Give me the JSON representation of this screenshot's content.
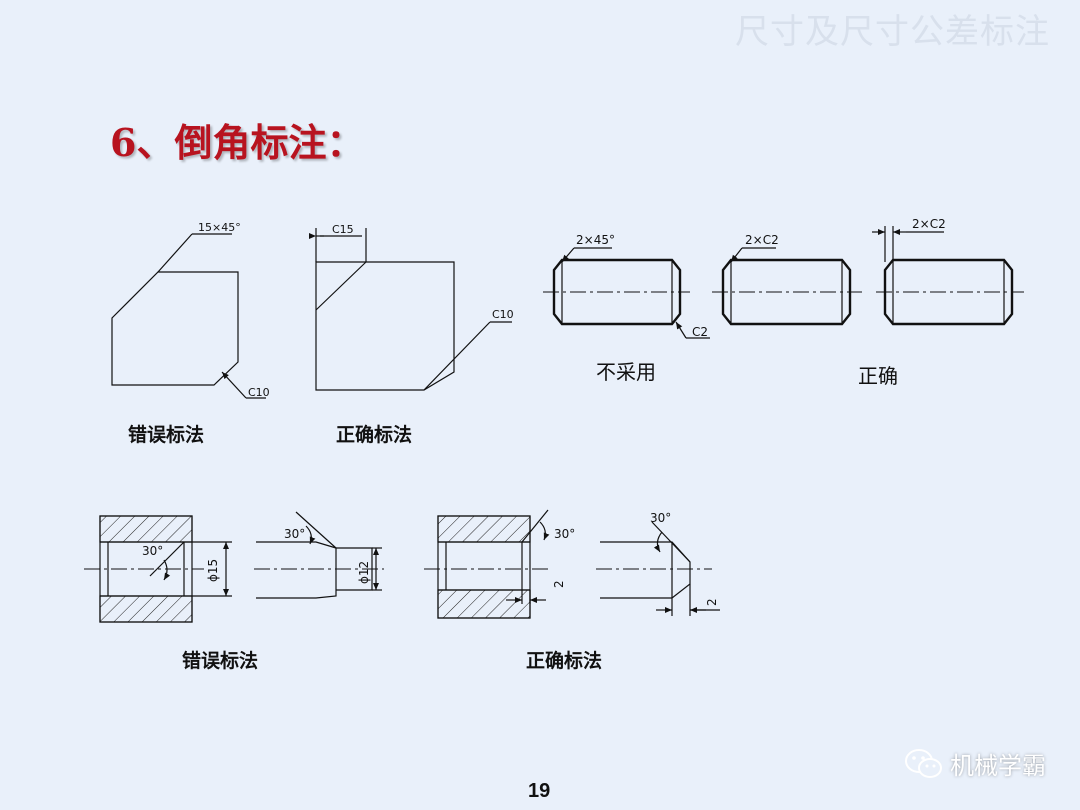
{
  "header": {
    "title": "尺寸及尺寸公差标注"
  },
  "slide": {
    "title": "6、倒角标注：",
    "page_number": "19"
  },
  "top_section": {
    "left_caption": "错误标法",
    "middle_caption": "正确标法",
    "wrong_dims": {
      "chamfer_angle": "15×45°",
      "c10": "C10"
    },
    "correct_dims": {
      "c15": "C15",
      "c10": "C10"
    },
    "shafts": {
      "first": "2×45°",
      "c2": "C2",
      "second": "2×C2",
      "third": "2×C2"
    },
    "label_not_used": "不采用",
    "label_correct": "正确"
  },
  "bottom_section": {
    "left_caption": "错误标法",
    "right_caption": "正确标法",
    "wrong_dims": {
      "angle1": "30°",
      "dia15": "ϕ15",
      "angle2": "30°",
      "dia12": "ϕ12"
    },
    "correct_dims": {
      "angle1": "30°",
      "dim1": "2",
      "angle2": "30°",
      "dim2": "2"
    }
  },
  "watermark": {
    "text": "机械学霸",
    "icon": "wechat-icon"
  }
}
